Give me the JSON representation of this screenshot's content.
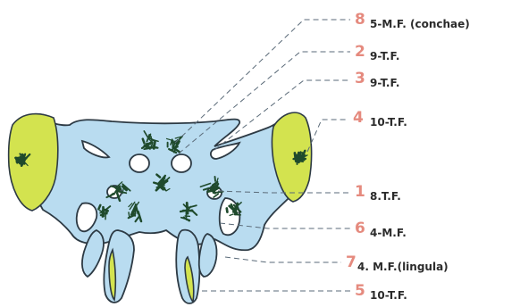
{
  "colors": {
    "tissue": "#b9dcf0",
    "outline": "#2d3a44",
    "cartilage": "#d3e34f",
    "ossification": "#1f4a2c",
    "leader": "#5a6a78",
    "number": "#e58a7e",
    "text": "#2b2b2b"
  },
  "labels": [
    {
      "id": "8",
      "number": "8",
      "text": "5-M.F. (conchae)"
    },
    {
      "id": "2",
      "number": "2",
      "text": "9-T.F."
    },
    {
      "id": "3",
      "number": "3",
      "text": "9-T.F."
    },
    {
      "id": "4",
      "number": "4",
      "text": "10-T.F."
    },
    {
      "id": "1",
      "number": "1",
      "text": "8.T.F."
    },
    {
      "id": "6",
      "number": "6",
      "text": "4-M.F."
    },
    {
      "id": "7",
      "number": "7",
      "text": "4. M.F.(lingula)"
    },
    {
      "id": "5",
      "number": "5",
      "text": "10-T.F."
    }
  ]
}
